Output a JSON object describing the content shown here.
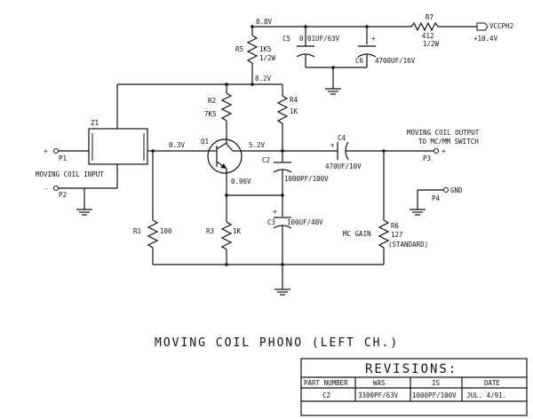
{
  "nodes": {
    "v_top": "8.8V",
    "v_mid": "8.2V",
    "v_base": "0.3V",
    "v_collector": "5.2V",
    "v_emitter": "0.96V"
  },
  "components": {
    "z1": "Z1",
    "q1": "Q1",
    "r1": {
      "ref": "R1",
      "value": "100"
    },
    "r2": {
      "ref": "R2",
      "value": "7K5"
    },
    "r3": {
      "ref": "R3",
      "value": "1K"
    },
    "r4": {
      "ref": "R4",
      "value": "1K"
    },
    "r5": {
      "ref": "R5",
      "value": "1K5",
      "rating": "1/2W"
    },
    "r6": {
      "ref": "R6",
      "value": "127",
      "note": "(STANDARD)",
      "function": "MC GAIN"
    },
    "r7": {
      "ref": "R7",
      "value": "412",
      "rating": "1/2W"
    },
    "c2": {
      "ref": "C2",
      "value": "1000PF/100V"
    },
    "c3": {
      "ref": "C3",
      "value": "100UF/40V"
    },
    "c4": {
      "ref": "C4",
      "value": "470UF/10V"
    },
    "c5": {
      "ref": "C5",
      "value": "0.01UF/63V"
    },
    "c6": {
      "ref": "C6",
      "value": "4700UF/16V"
    }
  },
  "ports": {
    "supply": {
      "name": "VCCPH2",
      "voltage": "+10.4V"
    },
    "p1": {
      "ref": "P1",
      "sign": "+"
    },
    "p2": {
      "ref": "P2",
      "sign": "-"
    },
    "p3": {
      "ref": "P3",
      "sign": "+"
    },
    "p4": {
      "ref": "P4",
      "label": "GND"
    },
    "input_label": "MOVING COIL INPUT",
    "output_label_1": "MOVING COIL OUTPUT",
    "output_label_2": "TO MC/MM SWITCH"
  },
  "plus_sign": "+",
  "drawing_title": "MOVING COIL PHONO (LEFT CH.)",
  "revisions": {
    "title": "REVISIONS:",
    "headers": [
      "PART NUMBER",
      "WAS",
      "IS",
      "DATE"
    ],
    "rows": [
      [
        "C2",
        "3300PF/63V",
        "1000PF/100V",
        "JUL. 4/91."
      ]
    ]
  }
}
